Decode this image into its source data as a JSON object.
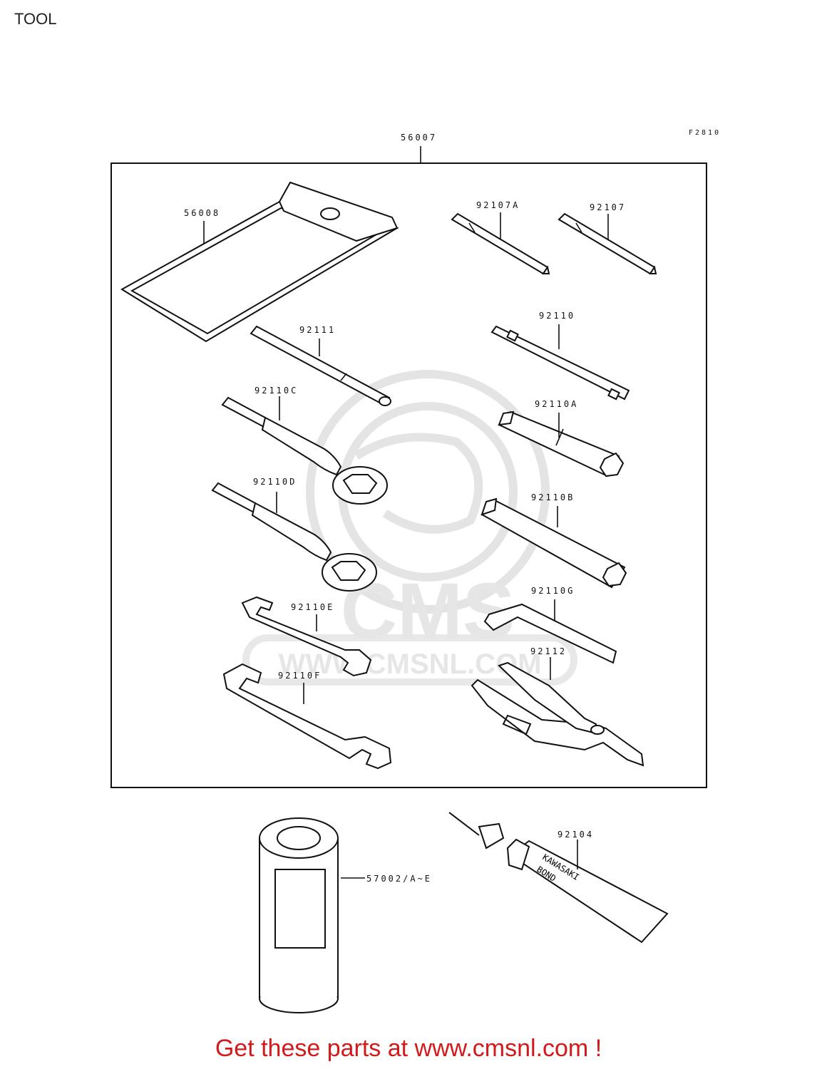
{
  "page": {
    "title": "TOOL",
    "figure_code": "F2810",
    "footer_link": "Get these parts at www.cmsnl.com !"
  },
  "watermark": {
    "brand": "CMS",
    "url": "WWW.CMSNL.COM"
  },
  "parts": [
    {
      "id": "tool-kit",
      "number": "56007"
    },
    {
      "id": "tool-bag",
      "number": "56008"
    },
    {
      "id": "screwdriver-bit-a",
      "number": "92107A"
    },
    {
      "id": "screwdriver-bit",
      "number": "92107"
    },
    {
      "id": "handle",
      "number": "92111"
    },
    {
      "id": "spanner-flat",
      "number": "92110"
    },
    {
      "id": "ring-wrench-c",
      "number": "92110C"
    },
    {
      "id": "plug-wrench-a",
      "number": "92110A"
    },
    {
      "id": "ring-wrench-d",
      "number": "92110D"
    },
    {
      "id": "box-wrench-b",
      "number": "92110B"
    },
    {
      "id": "hex-wrench-g",
      "number": "92110G"
    },
    {
      "id": "open-wrench-e",
      "number": "92110E"
    },
    {
      "id": "pliers",
      "number": "92112"
    },
    {
      "id": "open-wrench-f",
      "number": "92110F"
    },
    {
      "id": "bond",
      "number": "92104"
    },
    {
      "id": "oil-can",
      "number": "57002/A~E"
    }
  ],
  "tube_label": [
    "KAWASAKI",
    "BOND"
  ]
}
